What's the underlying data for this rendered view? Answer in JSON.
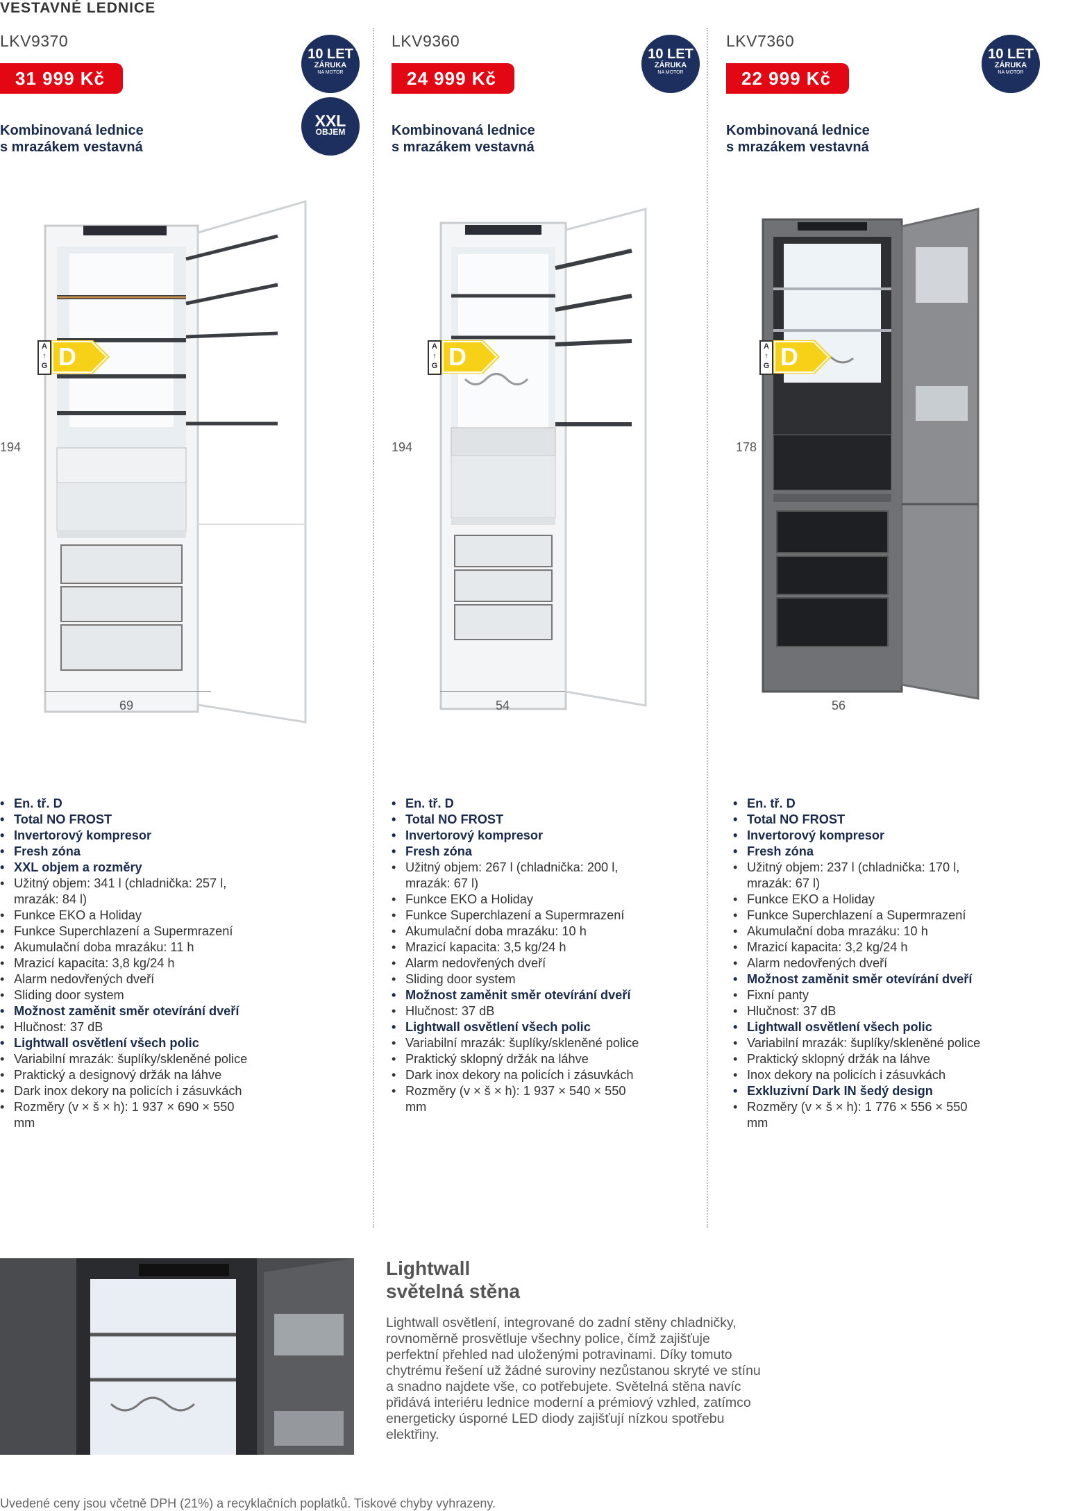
{
  "section_title": "VESTAVNÉ LEDNICE",
  "products": [
    {
      "model": "LKV9370",
      "price": "31 999 Kč",
      "type_line1": "Kombinovaná lednice",
      "type_line2": "s mrazákem vestavná",
      "warranty_badge": {
        "line1": "10 LET",
        "line2": "ZÁRUKA",
        "line3": "NA MOTOR"
      },
      "xxl_badge": {
        "line1": "XXL",
        "line2": "OBJEM"
      },
      "energy_scale": {
        "top": "A",
        "arrow": "↑",
        "bottom": "G"
      },
      "energy_class": "D",
      "height": "194",
      "width": "69",
      "body_color": "white",
      "features": [
        {
          "text": "En. tř. D",
          "bold": true
        },
        {
          "text": "Total NO FROST",
          "bold": true
        },
        {
          "text": "Invertorový kompresor",
          "bold": true
        },
        {
          "text": "Fresh zóna",
          "bold": true
        },
        {
          "text": "XXL objem a rozměry",
          "bold": true
        },
        {
          "text": "Užitný objem: 341 l (chladnička: 257 l, mrazák: 84 l)",
          "bold": false
        },
        {
          "text": "Funkce EKO a Holiday",
          "bold": false
        },
        {
          "text": "Funkce Superchlazení a Supermrazení",
          "bold": false
        },
        {
          "text": "Akumulační doba mrazáku: 11 h",
          "bold": false
        },
        {
          "text": "Mrazicí kapacita: 3,8 kg/24 h",
          "bold": false
        },
        {
          "text": "Alarm nedovřených dveří",
          "bold": false
        },
        {
          "text": "Sliding door system",
          "bold": false
        },
        {
          "text": "Možnost zaměnit směr otevírání dveří",
          "bold": true
        },
        {
          "text": "Hlučnost: 37 dB",
          "bold": false
        },
        {
          "text": "Lightwall osvětlení všech polic",
          "bold": true
        },
        {
          "text": "Variabilní mrazák: šuplíky/skleněné police",
          "bold": false
        },
        {
          "text": "Praktický a designový držák na láhve",
          "bold": false
        },
        {
          "text": "Dark inox dekory na policích i zásuvkách",
          "bold": false
        },
        {
          "text": "Rozměry (v × š × h): 1 937 × 690 × 550 mm",
          "bold": false
        }
      ]
    },
    {
      "model": "LKV9360",
      "price": "24 999 Kč",
      "type_line1": "Kombinovaná lednice",
      "type_line2": "s mrazákem vestavná",
      "warranty_badge": {
        "line1": "10 LET",
        "line2": "ZÁRUKA",
        "line3": "NA MOTOR"
      },
      "energy_scale": {
        "top": "A",
        "arrow": "↑",
        "bottom": "G"
      },
      "energy_class": "D",
      "height": "194",
      "width": "54",
      "body_color": "white",
      "features": [
        {
          "text": "En. tř. D",
          "bold": true
        },
        {
          "text": "Total NO FROST",
          "bold": true
        },
        {
          "text": "Invertorový kompresor",
          "bold": true
        },
        {
          "text": "Fresh zóna",
          "bold": true
        },
        {
          "text": "Užitný objem: 267 l (chladnička: 200 l, mrazák: 67 l)",
          "bold": false
        },
        {
          "text": "Funkce EKO a Holiday",
          "bold": false
        },
        {
          "text": "Funkce Superchlazení a Supermrazení",
          "bold": false
        },
        {
          "text": "Akumulační doba mrazáku: 10 h",
          "bold": false
        },
        {
          "text": "Mrazicí kapacita: 3,5 kg/24 h",
          "bold": false
        },
        {
          "text": "Alarm nedovřených dveří",
          "bold": false
        },
        {
          "text": "Sliding door system",
          "bold": false
        },
        {
          "text": "Možnost zaměnit směr otevírání dveří",
          "bold": true
        },
        {
          "text": "Hlučnost: 37 dB",
          "bold": false
        },
        {
          "text": "Lightwall osvětlení všech polic",
          "bold": true
        },
        {
          "text": "Variabilní mrazák: šuplíky/skleněné police",
          "bold": false
        },
        {
          "text": "Praktický sklopný držák na láhve",
          "bold": false
        },
        {
          "text": "Dark inox dekory na policích i zásuvkách",
          "bold": false
        },
        {
          "text": "Rozměry (v × š × h): 1 937 × 540 × 550 mm",
          "bold": false
        }
      ]
    },
    {
      "model": "LKV7360",
      "price": "22 999 Kč",
      "type_line1": "Kombinovaná lednice",
      "type_line2": "s mrazákem vestavná",
      "warranty_badge": {
        "line1": "10 LET",
        "line2": "ZÁRUKA",
        "line3": "NA MOTOR"
      },
      "energy_scale": {
        "top": "A",
        "arrow": "↑",
        "bottom": "G"
      },
      "energy_class": "D",
      "height": "178",
      "width": "56",
      "body_color": "dark grey",
      "features": [
        {
          "text": "En. tř. D",
          "bold": true
        },
        {
          "text": "Total NO FROST",
          "bold": true
        },
        {
          "text": "Invertorový kompresor",
          "bold": true
        },
        {
          "text": "Fresh zóna",
          "bold": true
        },
        {
          "text": "Užitný objem: 237 l (chladnička: 170 l, mrazák: 67 l)",
          "bold": false
        },
        {
          "text": "Funkce EKO a Holiday",
          "bold": false
        },
        {
          "text": "Funkce Superchlazení a Supermrazení",
          "bold": false
        },
        {
          "text": "Akumulační doba mrazáku: 10 h",
          "bold": false
        },
        {
          "text": "Mrazicí kapacita: 3,2 kg/24 h",
          "bold": false
        },
        {
          "text": "Alarm nedovřených dveří",
          "bold": false
        },
        {
          "text": "Možnost zaměnit směr otevírání dveří",
          "bold": true
        },
        {
          "text": "Fixní panty",
          "bold": false
        },
        {
          "text": "Hlučnost: 37 dB",
          "bold": false
        },
        {
          "text": "Lightwall osvětlení všech polic",
          "bold": true
        },
        {
          "text": "Variabilní mrazák: šuplíky/skleněné police",
          "bold": false
        },
        {
          "text": "Praktický sklopný držák na láhve",
          "bold": false
        },
        {
          "text": "Inox dekory na policích i zásuvkách",
          "bold": false
        },
        {
          "text": "Exkluzivní Dark IN šedý design",
          "bold": true
        },
        {
          "text": "Rozměry (v × š × h): 1 776 × 556 × 550 mm",
          "bold": false
        }
      ]
    }
  ],
  "lightwall": {
    "title_line1": "Lightwall",
    "title_line2": "světelná stěna",
    "text": "Lightwall osvětlení, integrované do zadní stěny chladničky, rovnoměrně prosvětluje všechny police, čímž zajišťuje perfektní přehled nad uloženými potravinami. Díky tomuto chytrému řešení už žádné suroviny nezůstanou skryté ve stínu a snadno najdete vše, co potřebujete. Světelná stěna navíc přidává interiéru lednice moderní a prémiový vzhled, zatímco energeticky úsporné LED diody zajišťují nízkou spotřebu elektřiny."
  },
  "footnote": "Uvedené ceny jsou včetně DPH (21%) a recyklačních poplatků. Tiskové chyby vyhrazeny.",
  "colors": {
    "price_red": "#e30613",
    "badge_navy": "#1d2f5f",
    "energy_yellow": "#f7d117",
    "text_navy": "#1a2a4d"
  }
}
